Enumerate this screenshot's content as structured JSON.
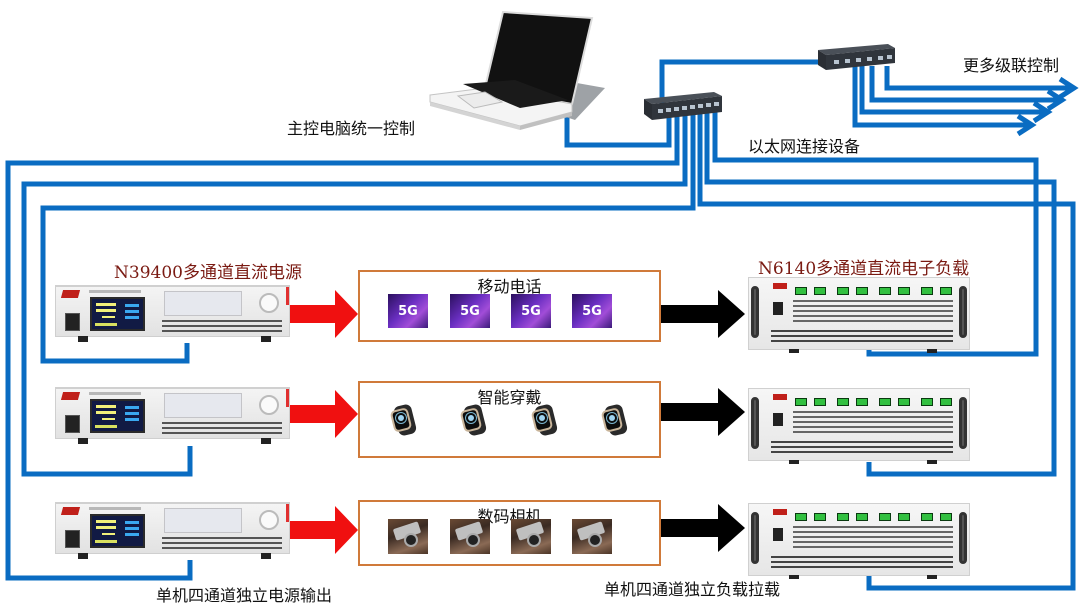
{
  "diagram": {
    "title_power_supply": "N39400多通道直流电源",
    "title_load": "N6140多通道直流电子负载",
    "pc_label": "主控电脑统一控制",
    "ethernet_label": "以太网连接设备",
    "cascade_label": "更多级联控制",
    "psu_output_label": "单机四通道独立电源输出",
    "load_label": "单机四通道独立负载拉载",
    "colors": {
      "wire": "#0a6cc2",
      "power_arrow": "#f01010",
      "load_arrow": "#000000",
      "product_box_border": "#d07a3a",
      "title_text": "#7a1a12"
    },
    "rows": [
      {
        "product_category": "移动电话",
        "product_icon": "5g-phone",
        "product_badges": [
          "5G",
          "5G",
          "5G",
          "5G"
        ]
      },
      {
        "product_category": "智能穿戴",
        "product_icon": "smartwatch",
        "product_badges": [
          "",
          "",
          "",
          ""
        ]
      },
      {
        "product_category": "数码相机",
        "product_icon": "digital-camera",
        "product_badges": [
          "",
          "",
          "",
          ""
        ]
      }
    ],
    "cascade_outputs": 4
  }
}
